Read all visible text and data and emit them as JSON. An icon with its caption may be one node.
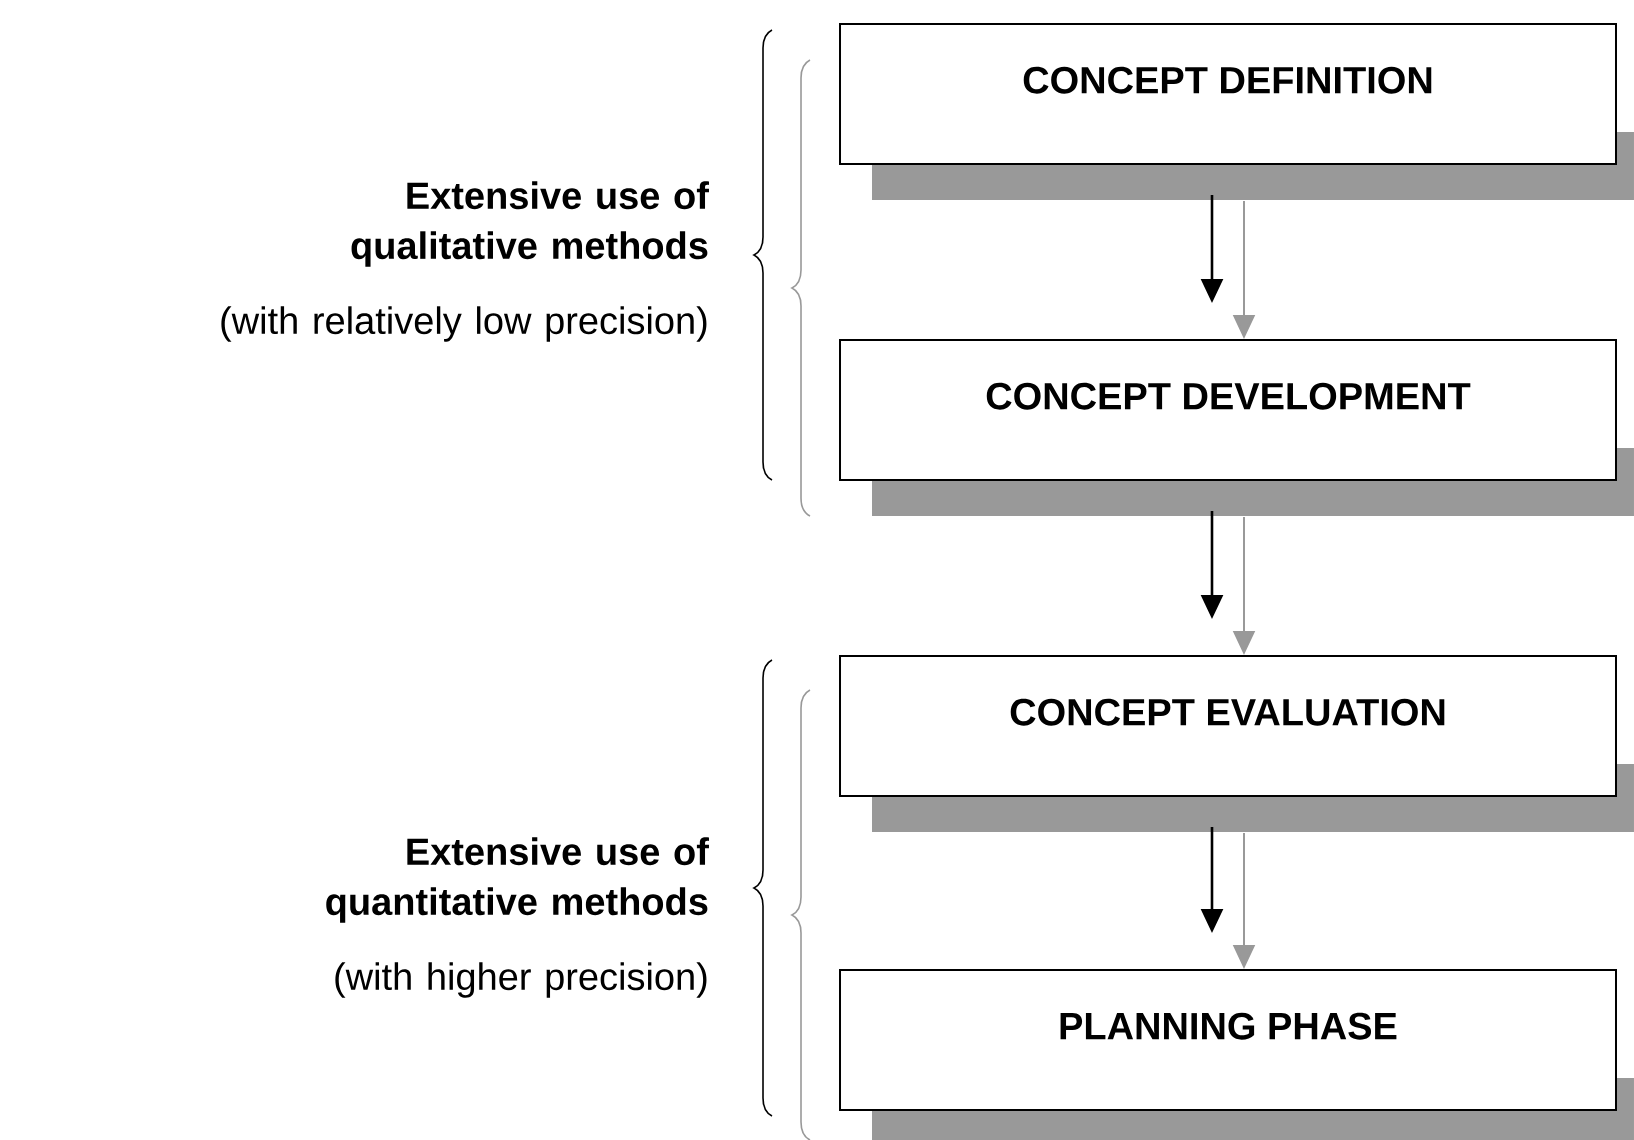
{
  "diagram": {
    "nodes": [
      {
        "text": [
          "CONCEPT DEFINITION"
        ]
      },
      {
        "text": [
          "CONCEPT DEVELOPMENT"
        ]
      },
      {
        "text": [
          "CONCEPT EVALUATION"
        ]
      },
      {
        "text": [
          "PLANNING PHASE"
        ]
      }
    ],
    "edges": [
      {
        "from": 0,
        "to": 1,
        "arrow": "to"
      },
      {
        "from": 0,
        "to": 1,
        "arrow": "to",
        "color": "#999999"
      },
      {
        "from": 1,
        "to": 2,
        "arrow": "to"
      },
      {
        "from": 1,
        "to": 2,
        "arrow": "to",
        "color": "#999999"
      },
      {
        "from": 2,
        "to": 3,
        "arrow": "to"
      },
      {
        "from": 2,
        "to": 3,
        "arrow": "to",
        "color": "#999999"
      }
    ],
    "labels": [
      "Extensive use of qualitative methods",
      "(with relatively low precision)",
      "Extensive use of quantitative methods",
      "(with higher precision)"
    ]
  }
}
